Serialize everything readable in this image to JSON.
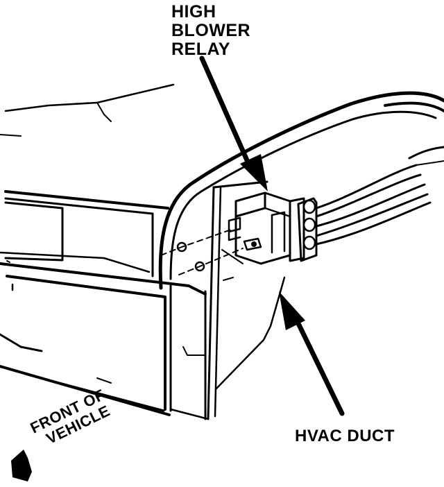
{
  "callouts": {
    "high_blower_relay": [
      "HIGH",
      "BLOWER",
      "RELAY"
    ],
    "hvac_duct": "HVAC DUCT",
    "front_of_vehicle": [
      "FRONT OF",
      "VEHICLE"
    ]
  },
  "colors": {
    "line": "#000000",
    "background": "#ffffff"
  },
  "icons": {
    "front_direction": "front-direction-arrow-icon"
  }
}
